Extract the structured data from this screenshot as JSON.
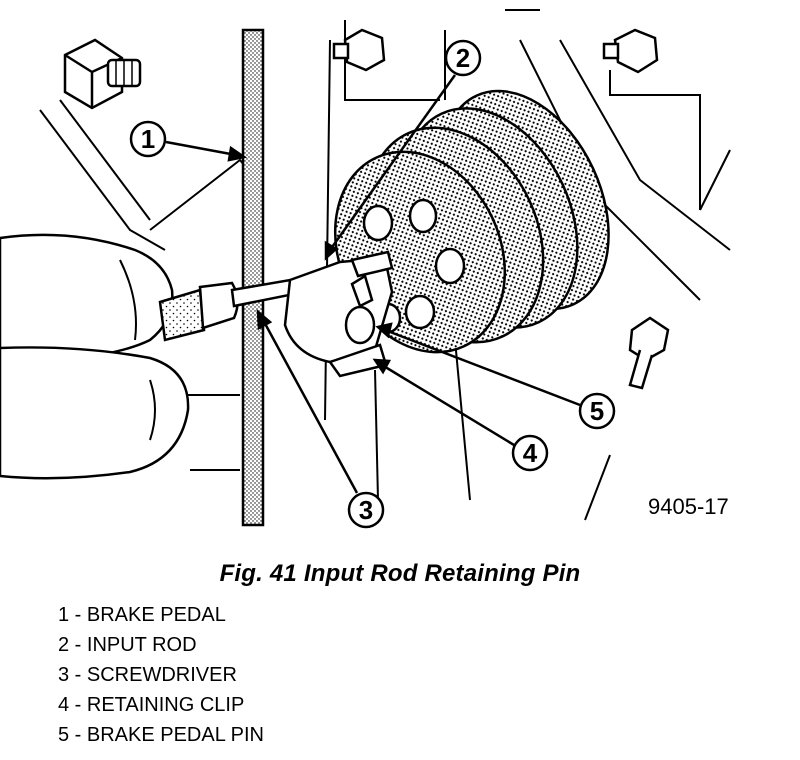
{
  "figure": {
    "code": "9405-17",
    "caption": "Fig. 41 Input Rod Retaining Pin",
    "callouts": [
      "1",
      "2",
      "3",
      "4",
      "5"
    ]
  },
  "legend": [
    "1 - BRAKE PEDAL",
    "2 - INPUT ROD",
    "3 - SCREWDRIVER",
    "4 - RETAINING CLIP",
    "5 - BRAKE PEDAL PIN"
  ]
}
